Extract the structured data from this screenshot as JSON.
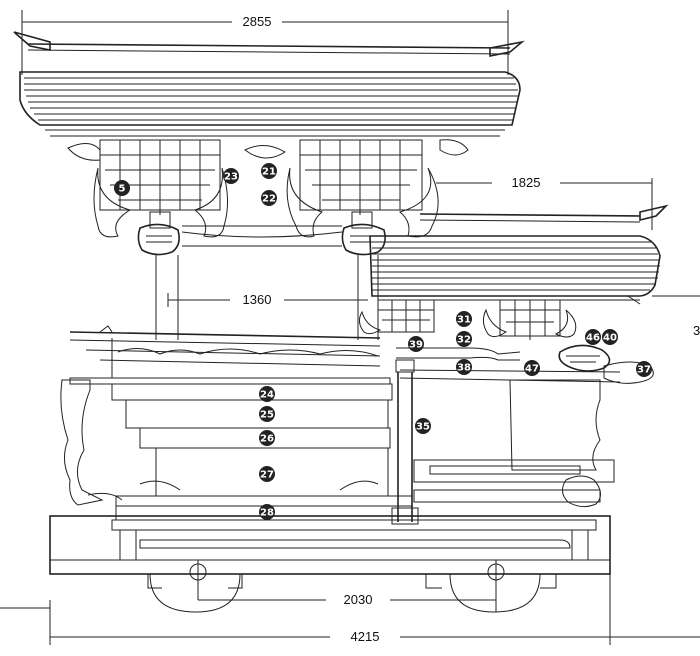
{
  "dimensions": {
    "top_width": "2855",
    "right_upper_width": "1825",
    "column_spacing": "1360",
    "wheel_spacing": "2030",
    "total_length": "4215",
    "right_edge_partial": "3"
  },
  "part_numbers": [
    "5",
    "21",
    "22",
    "23",
    "24",
    "25",
    "26",
    "27",
    "28",
    "31",
    "32",
    "35",
    "37",
    "38",
    "39",
    "40",
    "46",
    "47"
  ],
  "colors": {
    "line": "#222222",
    "badge": "#222222",
    "background": "#ffffff"
  }
}
